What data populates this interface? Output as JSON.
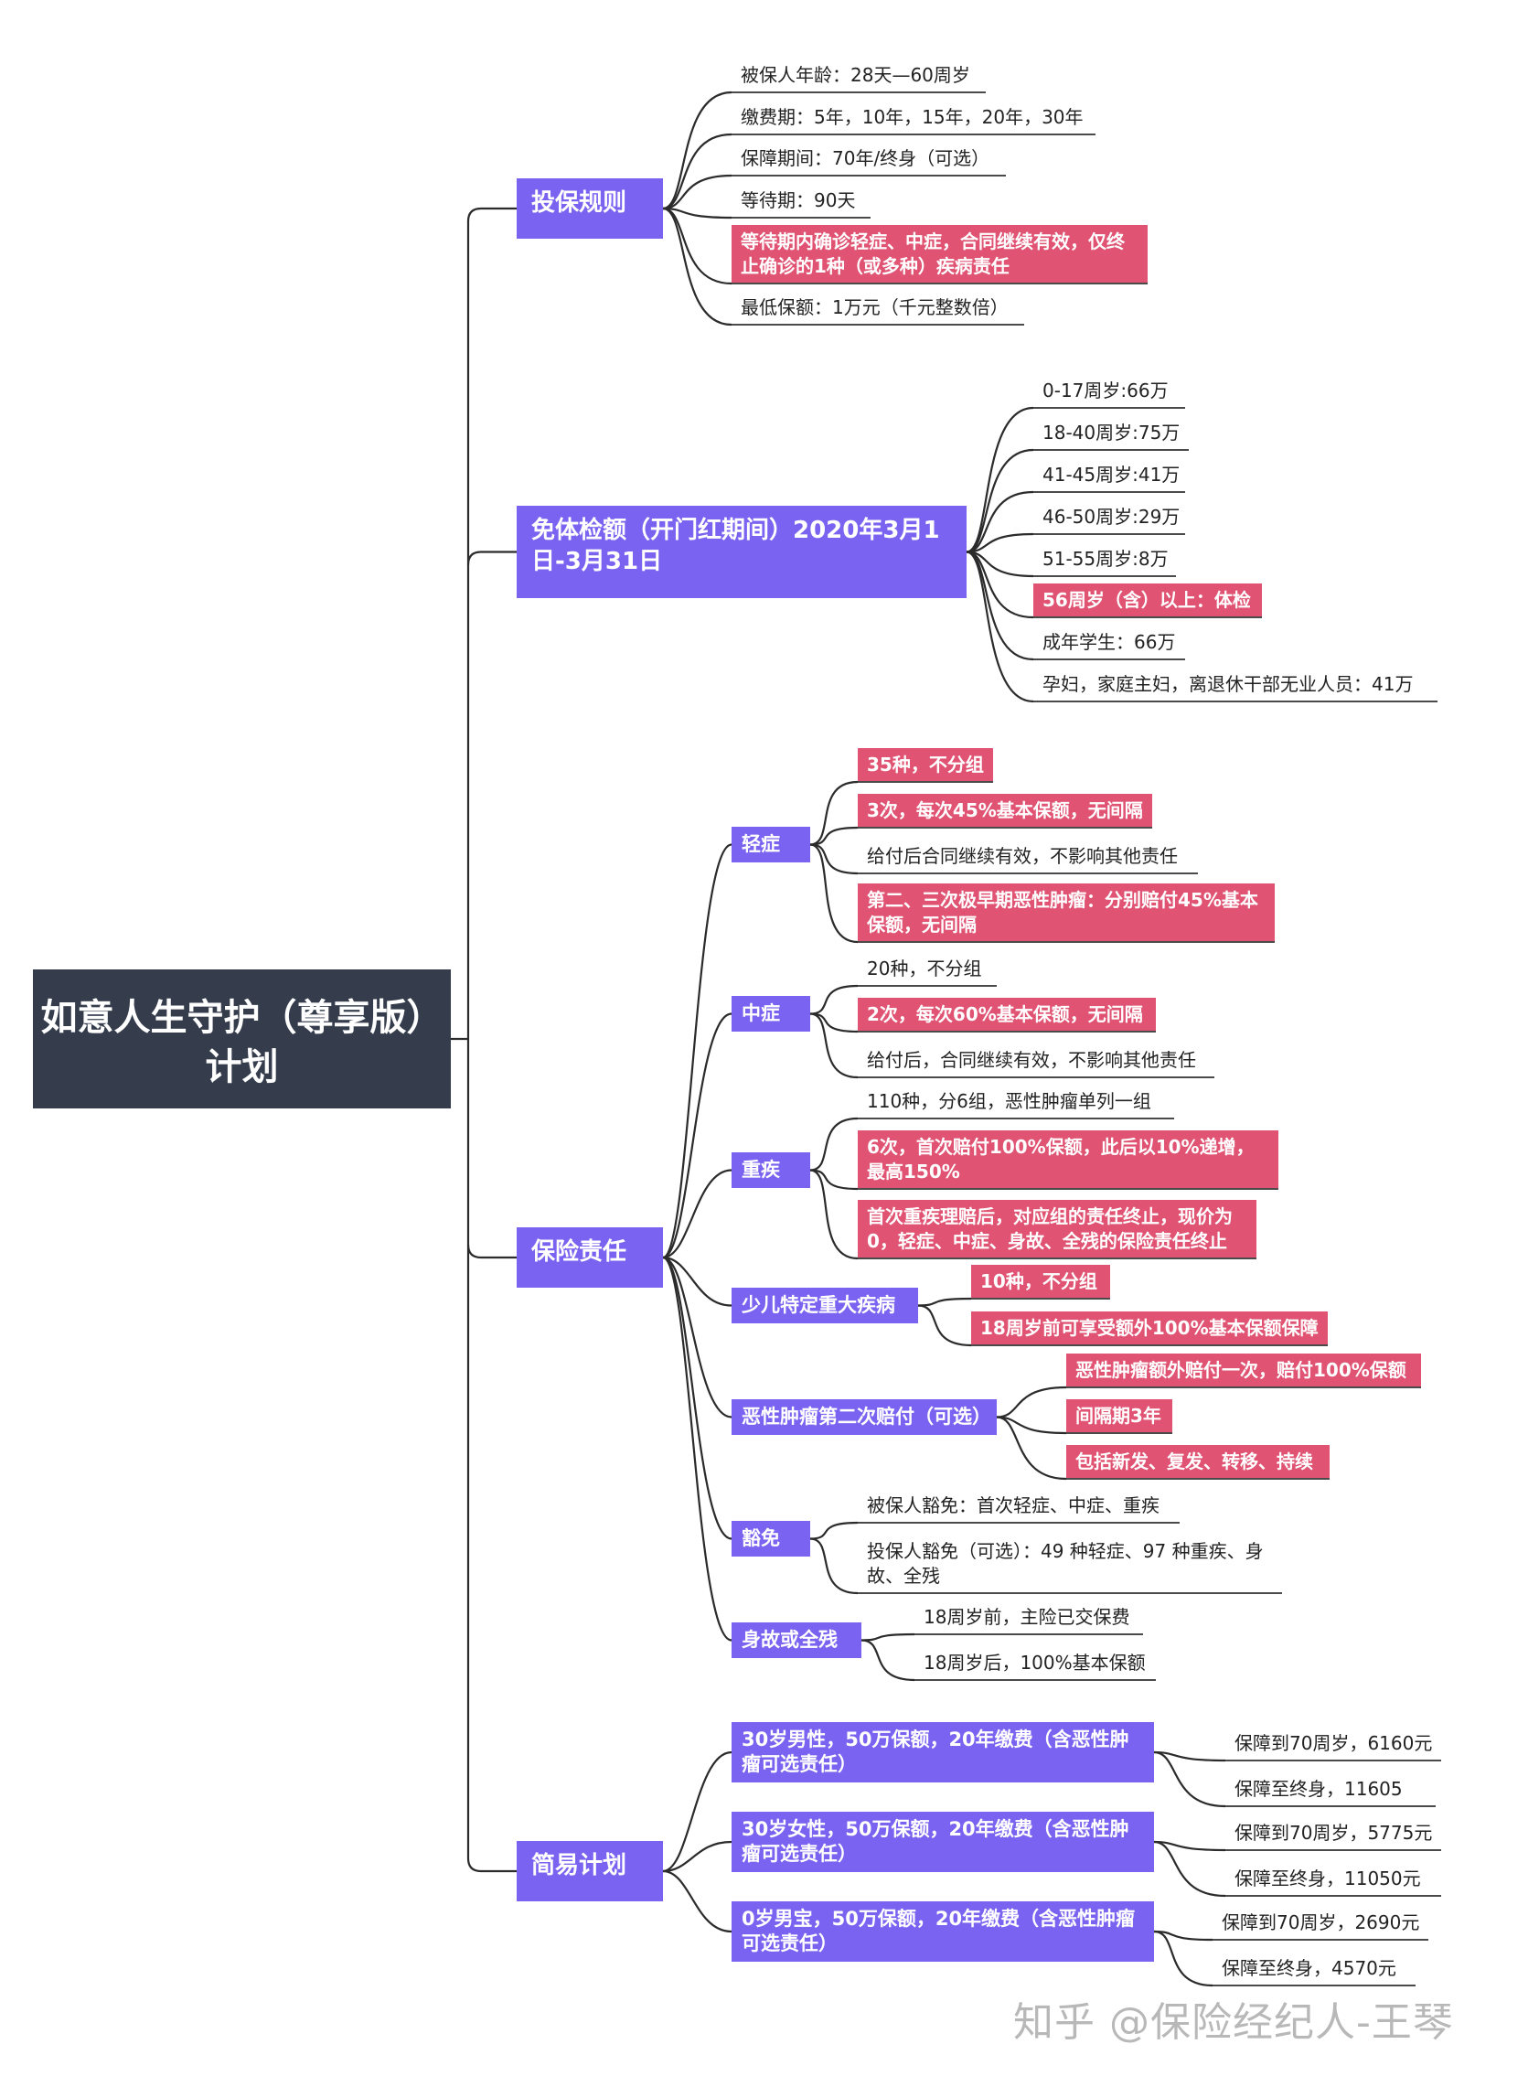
{
  "root": {
    "title": "如意人生守护（尊享版）计划"
  },
  "rules": {
    "title": "投保规则",
    "items": [
      {
        "text": "被保人年龄：28天—60周岁",
        "highlight": false
      },
      {
        "text": "缴费期：5年，10年，15年，20年，30年",
        "highlight": false
      },
      {
        "text": "保障期间：70年/终身（可选）",
        "highlight": false
      },
      {
        "text": "等待期：90天",
        "highlight": false
      },
      {
        "text": "等待期内确诊轻症、中症，合同继续有效，仅终止确诊的1种（或多种）疾病责任",
        "highlight": true
      },
      {
        "text": "最低保额：1万元（千元整数倍）",
        "highlight": false
      }
    ]
  },
  "exam": {
    "title": "免体检额（开门红期间）2020年3月1日-3月31日",
    "items": [
      {
        "text": "0-17周岁:66万",
        "highlight": false
      },
      {
        "text": "18-40周岁:75万",
        "highlight": false
      },
      {
        "text": "41-45周岁:41万",
        "highlight": false
      },
      {
        "text": "46-50周岁:29万",
        "highlight": false
      },
      {
        "text": "51-55周岁:8万",
        "highlight": false
      },
      {
        "text": "56周岁（含）以上：体检",
        "highlight": true
      },
      {
        "text": "成年学生：66万",
        "highlight": false
      },
      {
        "text": "孕妇，家庭主妇，离退休干部无业人员：41万",
        "highlight": false
      }
    ]
  },
  "coverage": {
    "title": "保险责任",
    "groups": [
      {
        "title": "轻症",
        "items": [
          {
            "text": "35种，不分组",
            "highlight": true
          },
          {
            "text": "3次，每次45%基本保额，无间隔",
            "highlight": true
          },
          {
            "text": "给付后合同继续有效，不影响其他责任",
            "highlight": false
          },
          {
            "text": "第二、三次极早期恶性肿瘤：分别赔付45%基本保额，无间隔",
            "highlight": true
          }
        ]
      },
      {
        "title": "中症",
        "items": [
          {
            "text": "20种，不分组",
            "highlight": false
          },
          {
            "text": "2次，每次60%基本保额，无间隔",
            "highlight": true
          },
          {
            "text": "给付后，合同继续有效，不影响其他责任",
            "highlight": false
          }
        ]
      },
      {
        "title": "重疾",
        "items": [
          {
            "text": "110种，分6组，恶性肿瘤单列一组",
            "highlight": false
          },
          {
            "text": "6次，首次赔付100%保额，此后以10%递增，最高150%",
            "highlight": true
          },
          {
            "text": "首次重疾理赔后，对应组的责任终止，现价为0，轻症、中症、身故、全残的保险责任终止",
            "highlight": true
          }
        ]
      },
      {
        "title": "少儿特定重大疾病",
        "items": [
          {
            "text": "10种，不分组",
            "highlight": true
          },
          {
            "text": "18周岁前可享受额外100%基本保额保障",
            "highlight": true
          }
        ]
      },
      {
        "title": "恶性肿瘤第二次赔付（可选）",
        "items": [
          {
            "text": "恶性肿瘤额外赔付一次，赔付100%保额",
            "highlight": true
          },
          {
            "text": "间隔期3年",
            "highlight": true
          },
          {
            "text": "包括新发、复发、转移、持续",
            "highlight": true
          }
        ]
      },
      {
        "title": "豁免",
        "items": [
          {
            "text": "被保人豁免：首次轻症、中症、重疾",
            "highlight": false
          },
          {
            "text": "投保人豁免（可选）：49 种轻症、97 种重疾、身故、全残",
            "highlight": false
          }
        ]
      },
      {
        "title": "身故或全残",
        "items": [
          {
            "text": "18周岁前，主险已交保费",
            "highlight": false
          },
          {
            "text": "18周岁后，100%基本保额",
            "highlight": false
          }
        ]
      }
    ]
  },
  "plans": {
    "title": "简易计划",
    "groups": [
      {
        "title": "30岁男性，50万保额，20年缴费（含恶性肿瘤可选责任）",
        "items": [
          {
            "text": "保障到70周岁，6160元",
            "highlight": false
          },
          {
            "text": "保障至终身，11605",
            "highlight": false
          }
        ]
      },
      {
        "title": "30岁女性，50万保额，20年缴费（含恶性肿瘤可选责任）",
        "items": [
          {
            "text": "保障到70周岁，5775元",
            "highlight": false
          },
          {
            "text": "保障至终身，11050元",
            "highlight": false
          }
        ]
      },
      {
        "title": "0岁男宝，50万保额，20年缴费（含恶性肿瘤可选责任）",
        "items": [
          {
            "text": "保障到70周岁，2690元",
            "highlight": false
          },
          {
            "text": "保障至终身，4570元",
            "highlight": false
          }
        ]
      }
    ]
  },
  "watermark": "知乎 @保险经纪人-王琴",
  "colors": {
    "root": "#353d4c",
    "branch": "#7b63f1",
    "highlight": "#e05373",
    "line": "#2b2b2b"
  }
}
